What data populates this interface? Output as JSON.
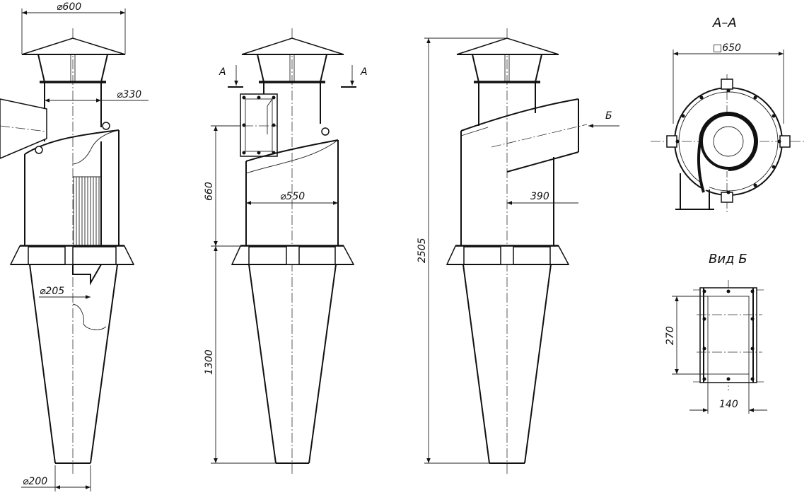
{
  "views": {
    "left": {
      "top_diameter": "⌀600",
      "outlet_diameter": "⌀330",
      "pipe_diameter": "⌀205",
      "bottom_diameter": "⌀200"
    },
    "middle": {
      "section_mark_left": "A",
      "section_mark_right": "A",
      "upper_height": "660",
      "lower_height": "1300",
      "body_diameter": "⌀550"
    },
    "right": {
      "total_height": "2505",
      "inlet_offset": "390",
      "arrow_label": "Б"
    },
    "section_aa": {
      "title": "A–A",
      "flange_size": "□650"
    },
    "view_b": {
      "title": "Вид Б",
      "height": "270",
      "width": "140"
    }
  },
  "colors": {
    "line": "#111111",
    "background": "#ffffff"
  }
}
